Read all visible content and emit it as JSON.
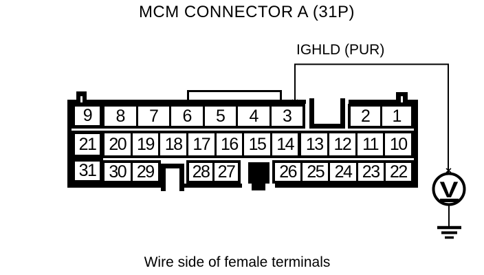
{
  "title": "MCM CONNECTOR A (31P)",
  "wire_label": "IGHLD (PUR)",
  "caption": "Wire side of female terminals",
  "meter_symbol": "V",
  "colors": {
    "line": "#000000",
    "background": "#ffffff"
  },
  "connector": {
    "row1": [
      "9",
      "8",
      "7",
      "6",
      "5",
      "4",
      "3",
      "2",
      "1"
    ],
    "row2": [
      "21",
      "20",
      "19",
      "18",
      "17",
      "16",
      "15",
      "14",
      "13",
      "12",
      "11",
      "10"
    ],
    "row3": [
      "31",
      "30",
      "29",
      "28",
      "27",
      "26",
      "25",
      "24",
      "23",
      "22"
    ]
  }
}
